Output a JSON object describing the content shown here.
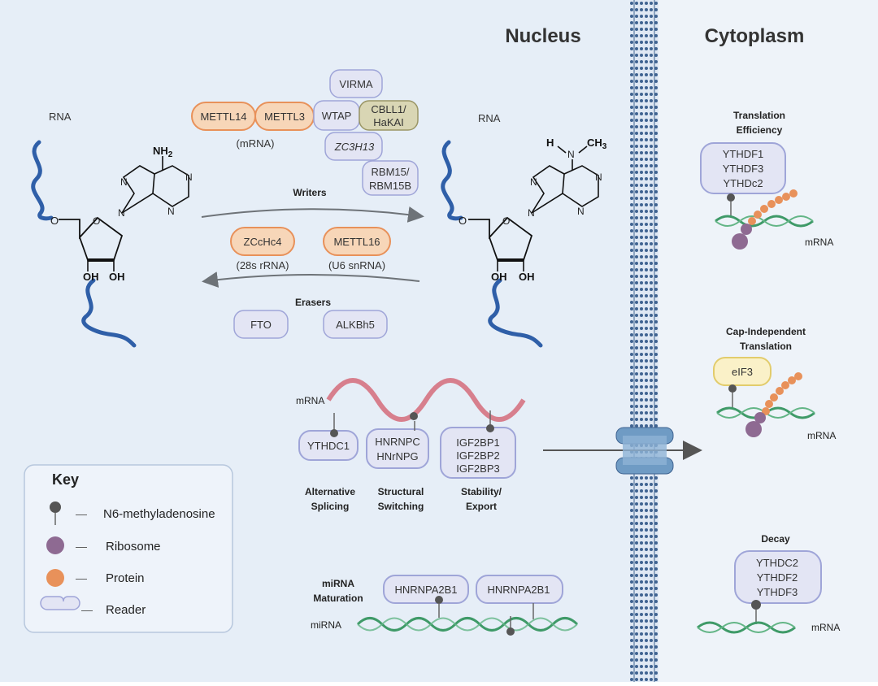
{
  "regions": {
    "nucleus": "Nucleus",
    "cytoplasm": "Cytoplasm"
  },
  "left_structure": {
    "rna_label": "RNA",
    "nh2": "NH",
    "nh2_sub": "2",
    "oh1": "OH",
    "oh2": "OH",
    "o_label": "O"
  },
  "right_structure": {
    "rna_label": "RNA",
    "h": "H",
    "ch3": "CH",
    "ch3_sub": "3",
    "oh1": "OH",
    "oh2": "OH"
  },
  "writers": {
    "proteins": [
      "METTL14",
      "METTL3"
    ],
    "mrna_note": "(mRNA)",
    "complex": [
      "VIRMA",
      "WTAP",
      "ZC3H13"
    ],
    "cbll1": [
      "CBLL1/",
      "HaKAI"
    ],
    "rbm15": [
      "RBM15/",
      "RBM15B"
    ],
    "label": "Writers",
    "zcchc4": "ZCcHc4",
    "zcchc4_note": "(28s rRNA)",
    "mettl16": "METTL16",
    "mettl16_note": "(U6 snRNA)"
  },
  "erasers": {
    "label": "Erasers",
    "items": [
      "FTO",
      "ALKBh5"
    ]
  },
  "mrna_panel": {
    "mrna_label": "mRNA",
    "ythdc1": "YTHDC1",
    "hnrnpc": [
      "HNRNPC",
      "HNrNPG"
    ],
    "igf2bp": [
      "IGF2BP1",
      "IGF2BP2",
      "IGF2BP3"
    ],
    "labels": [
      [
        "Alternative",
        "Splicing"
      ],
      [
        "Structural",
        "Switching"
      ],
      [
        "Stability/",
        "Export"
      ]
    ]
  },
  "mirna_panel": {
    "title": [
      "miRNA",
      "Maturation"
    ],
    "mirna_label": "miRNA",
    "readers": [
      "HNRNPA2B1",
      "HNRNPA2B1"
    ]
  },
  "key": {
    "title": "Key",
    "items": [
      "N6-methyladenosine",
      "Ribosome",
      "Protein",
      "Reader"
    ],
    "dash": "—"
  },
  "cytoplasm_panels": {
    "translation": {
      "title": [
        "Translation",
        "Efficiency"
      ],
      "readers": [
        "YTHDF1",
        "YTHDF3",
        "YTHDc2"
      ],
      "mrna": "mRNA"
    },
    "cap": {
      "title": [
        "Cap-Independent",
        "Translation"
      ],
      "reader": "eIF3",
      "mrna": "mRNA"
    },
    "decay": {
      "title": "Decay",
      "readers": [
        "YTHDC2",
        "YTHDF2",
        "YTHDF3"
      ],
      "mrna": "mRNA"
    }
  },
  "colors": {
    "nucleus_bg": "#e6eef7",
    "cytoplasm_bg": "#eef3f9",
    "membrane": "#4a6e9a",
    "reader_fill": "#e3e5f4",
    "reader_stroke": "#9fa5d8",
    "protein_fill": "#f7d6b8",
    "protein_stroke": "#e8915a",
    "ribosome": "#8e6a92",
    "rna_blue": "#2f5fa8",
    "mrna_green": "#3f9a68",
    "mrna_pink": "#d77f8d"
  }
}
